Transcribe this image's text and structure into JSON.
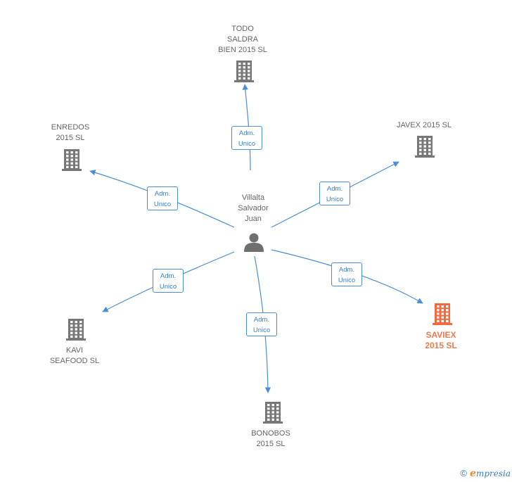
{
  "center": {
    "label": "Villalta\nSalvador\nJuan",
    "icon": "person-icon"
  },
  "companies": [
    {
      "id": "todo",
      "label": "TODO\nSALDRA\nBIEN 2015  SL",
      "icon": "building-icon",
      "highlight": false
    },
    {
      "id": "enredos",
      "label": "ENREDOS\n2015  SL",
      "icon": "building-icon",
      "highlight": false
    },
    {
      "id": "javex",
      "label": "JAVEX 2015  SL",
      "icon": "building-icon",
      "highlight": false
    },
    {
      "id": "kavi",
      "label": "KAVI\nSEAFOOD  SL",
      "icon": "building-icon",
      "highlight": false
    },
    {
      "id": "bonobos",
      "label": "BONOBOS\n2015  SL",
      "icon": "building-icon",
      "highlight": false
    },
    {
      "id": "saviex",
      "label": "SAVIEX\n2015  SL",
      "icon": "building-icon",
      "highlight": true
    }
  ],
  "edges": [
    {
      "to": "todo",
      "label": "Adm.\nUnico"
    },
    {
      "to": "enredos",
      "label": "Adm.\nUnico"
    },
    {
      "to": "javex",
      "label": "Adm.\nUnico"
    },
    {
      "to": "kavi",
      "label": "Adm.\nUnico"
    },
    {
      "to": "bonobos",
      "label": "Adm.\nUnico"
    },
    {
      "to": "saviex",
      "label": "Adm.\nUnico"
    }
  ],
  "colors": {
    "edge": "#4a8fd6",
    "building": "#777777",
    "building_highlight": "#f26a3d",
    "person": "#6f6f6f"
  },
  "footer": {
    "copyright": "©",
    "brand_initial": "e",
    "brand_rest": "mpresia"
  }
}
